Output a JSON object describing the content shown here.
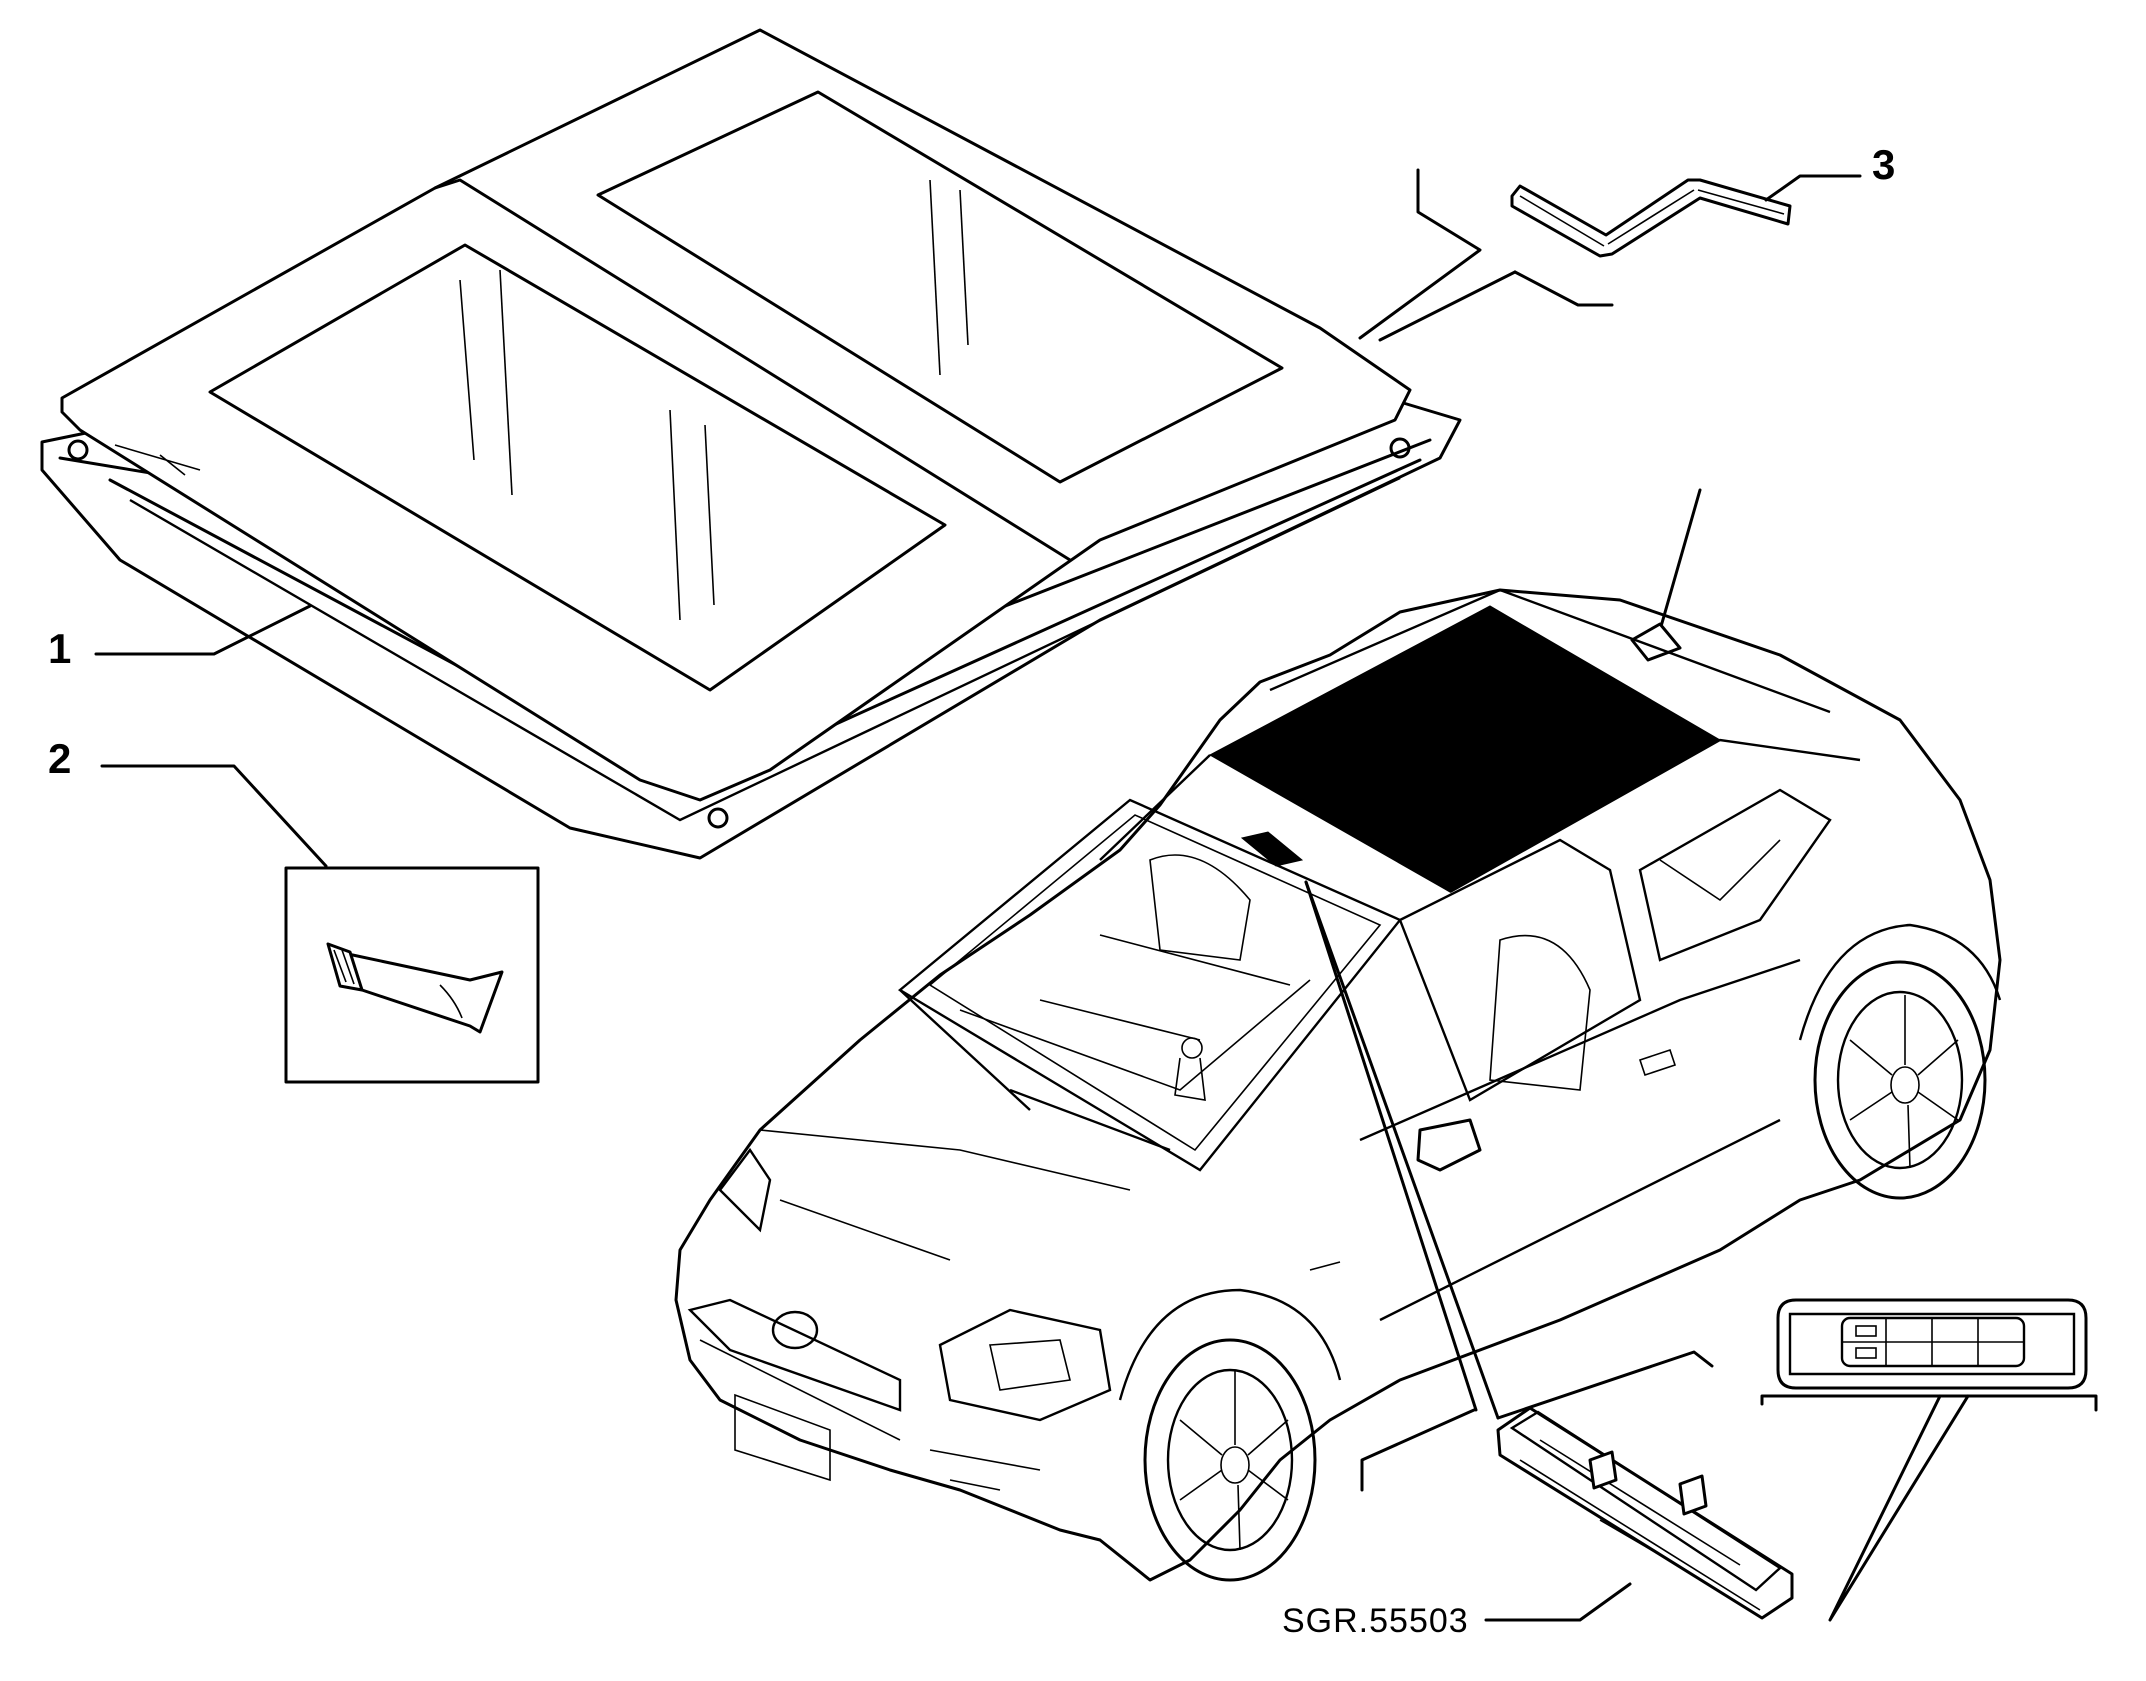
{
  "callouts": [
    {
      "number": "1",
      "part": "roof-panel-with-glass"
    },
    {
      "number": "2",
      "part": "adhesive-tube"
    },
    {
      "number": "3",
      "part": "seal-profile"
    }
  ],
  "reference_code": "SGR.55503"
}
